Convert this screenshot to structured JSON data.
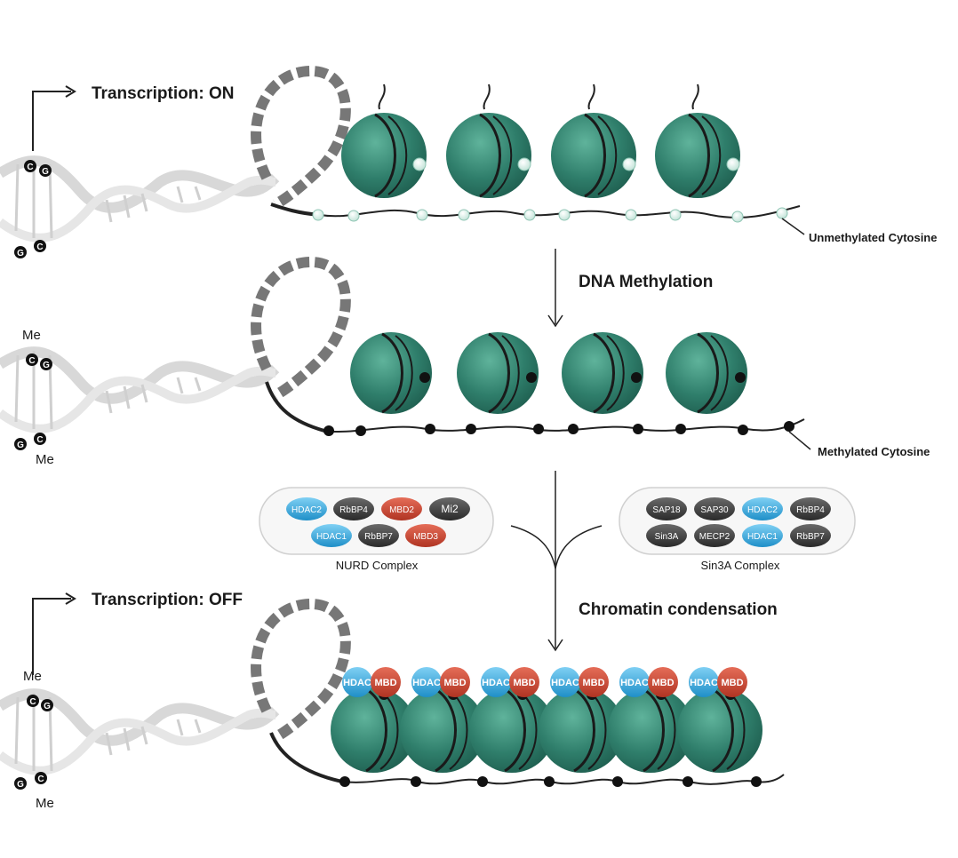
{
  "panel1": {
    "transcription": "Transcription: ON",
    "dna_labels": [
      "C",
      "G",
      "G",
      "C"
    ],
    "cytosine_label": "Unmethylated Cytosine"
  },
  "step1": {
    "label": "DNA Methylation"
  },
  "panel2": {
    "me_top": "Me",
    "me_bottom": "Me",
    "dna_labels": [
      "C",
      "G",
      "G",
      "C"
    ],
    "cytosine_label": "Methylated Cytosine"
  },
  "nurd": {
    "title": "NURD Complex",
    "row1": [
      "HDAC2",
      "RbBP4",
      "MBD2",
      "Mi2"
    ],
    "row2": [
      "HDAC1",
      "RbBP7",
      "MBD3"
    ]
  },
  "sin3a": {
    "title": "Sin3A Complex",
    "row1": [
      "SAP18",
      "SAP30",
      "HDAC2",
      "RbBP4"
    ],
    "row2": [
      "Sin3A",
      "MECP2",
      "HDAC1",
      "RbBP7"
    ]
  },
  "step2": {
    "label": "Chromatin condensation"
  },
  "panel3": {
    "transcription": "Transcription: OFF",
    "me_top": "Me",
    "me_bottom": "Me",
    "dna_labels": [
      "C",
      "G",
      "G",
      "C"
    ],
    "hdac": "HDAC",
    "mbd": "MBD"
  },
  "colors": {
    "nucleosome": "#2f7e6b",
    "nucleosome_light": "#4fa08a",
    "hdac": "#2fa4dc",
    "mbd": "#c8432e",
    "dark_protein": "#3d3d3d",
    "unmethylated": "#e9f4f0",
    "methylated": "#111111"
  }
}
